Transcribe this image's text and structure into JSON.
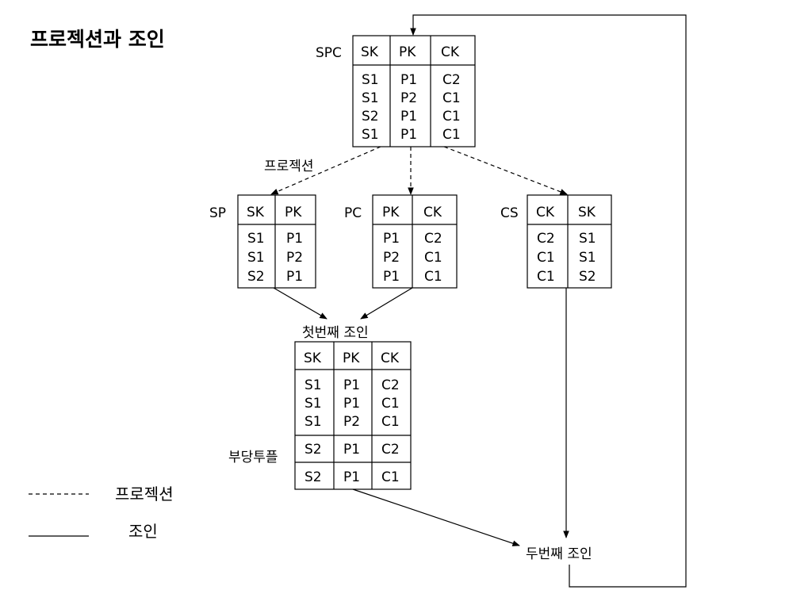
{
  "title": "프로젝션과 조인",
  "projection_label": "프로젝션",
  "first_join_label": "첫번째 조인",
  "spurious_label": "부당투플",
  "second_join_label": "두번째 조인",
  "legend": {
    "dashed_label": "프로젝션",
    "solid_label": "조인"
  },
  "tables": {
    "spc": {
      "name": "SPC",
      "headers": [
        "SK",
        "PK",
        "CK"
      ],
      "rows": [
        [
          "S1",
          "P1",
          "C2"
        ],
        [
          "S1",
          "P2",
          "C1"
        ],
        [
          "S2",
          "P1",
          "C1"
        ],
        [
          "S1",
          "P1",
          "C1"
        ]
      ]
    },
    "sp": {
      "name": "SP",
      "headers": [
        "SK",
        "PK"
      ],
      "rows": [
        [
          "S1",
          "P1"
        ],
        [
          "S1",
          "P2"
        ],
        [
          "S2",
          "P1"
        ]
      ]
    },
    "pc": {
      "name": "PC",
      "headers": [
        "PK",
        "CK"
      ],
      "rows": [
        [
          "P1",
          "C2"
        ],
        [
          "P2",
          "C1"
        ],
        [
          "P1",
          "C1"
        ]
      ]
    },
    "cs": {
      "name": "CS",
      "headers": [
        "CK",
        "SK"
      ],
      "rows": [
        [
          "C2",
          "S1"
        ],
        [
          "C1",
          "S1"
        ],
        [
          "C1",
          "S2"
        ]
      ]
    },
    "join1": {
      "headers": [
        "SK",
        "PK",
        "CK"
      ],
      "rows": [
        [
          "S1",
          "P1",
          "C2"
        ],
        [
          "S1",
          "P1",
          "C1"
        ],
        [
          "S1",
          "P2",
          "C1"
        ]
      ],
      "spurious_rows": [
        [
          "S2",
          "P1",
          "C2"
        ],
        [
          "S2",
          "P1",
          "C1"
        ]
      ]
    }
  }
}
